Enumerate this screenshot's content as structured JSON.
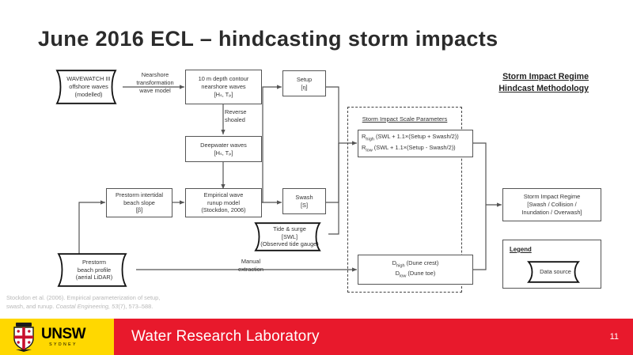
{
  "slide": {
    "title": "June 2016 ECL – hindcasting storm impacts",
    "page_number": "11"
  },
  "heading": {
    "line1": "Storm Impact Regime",
    "line2": "Hindcast Methodology"
  },
  "nodes": {
    "wavewatch": "WAVEWATCH III\noffshore waves\n(modelled)",
    "nearshore_waves": "10 m depth contour\nnearshore waves\n[Hₛ, Tₚ]",
    "deepwater_waves": "Deepwater waves\n[Hₛ, Tₚ]",
    "beach_slope": "Prestorm intertidal\nbeach slope\n[β]",
    "runup_model": "Empirical wave\nrunup model\n(Stockdon, 2006)",
    "setup": "Setup\n[η]",
    "swash": "Swash\n[S]",
    "tide_surge": "Tide & surge\n[SWL]\n(Observed tide gauge)",
    "beach_profile": "Prestorm\nbeach profile\n(aerial LiDAR)",
    "r_params": "Rₕᵢ₵ₕ (SWL + 1.1×(Setup + Swash/2))\nRₗₒᵥ (SWL + 1.1×(Setup - Swash/2))",
    "r_high": "R",
    "r_high_sub": "high",
    "r_high_rest": " (SWL + 1.1×(Setup + Swash/2))",
    "r_low": "R",
    "r_low_sub": "low",
    "r_low_rest": " (SWL + 1.1×(Setup - Swash/2))",
    "d_high": "D",
    "d_high_sub": "high",
    "d_high_rest": " (Dune crest)",
    "d_low": "D",
    "d_low_sub": "low",
    "d_low_rest": " (Dune toe)",
    "storm_impact_regime": "Storm Impact Regime\n[Swash / Collision /\nInundation / Overwash]"
  },
  "edge_labels": {
    "nearshore_transformation": "Nearshore\ntransformation\nwave model",
    "reverse_shoaled": "Reverse\nshoaled",
    "manual_extraction": "Manual\nextraction"
  },
  "group": {
    "sisp_title": "Storm Impact Scale Parameters"
  },
  "legend": {
    "title": "Legend",
    "data_source": "Data source"
  },
  "citation": {
    "line1": "Stockdon et al. (2006). Empirical parameterization of setup,",
    "line2_pre": "swash, and runup. ",
    "line2_italic": "Coastal Engineering, 53",
    "line2_post": "(7), 573–588."
  },
  "footer": {
    "logo_word": "UNSW",
    "logo_sub": "SYDNEY",
    "lab_name": "Water Research Laboratory"
  },
  "colors": {
    "banner_yellow": "#ffd800",
    "banner_red": "#e8192c",
    "title_grey": "#2b2b2b",
    "line_grey": "#555555",
    "citation_grey": "#b8b8b8"
  }
}
